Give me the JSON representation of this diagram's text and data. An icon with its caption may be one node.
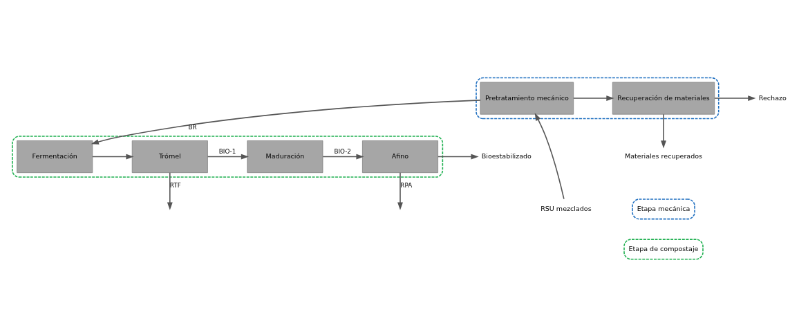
{
  "diagram": {
    "nodes": [
      {
        "text": [],
        "shape": "box"
      },
      {
        "text": [
          "Pretratamiento mecánico"
        ],
        "in": 0
      },
      {
        "text": [
          "Recuperación de materiales"
        ],
        "in": 0
      },
      {
        "text": [],
        "shape": "box"
      },
      {
        "text": [
          "Fermentación"
        ],
        "in": 3
      },
      {
        "text": [
          "Trómel"
        ],
        "in": 3
      },
      {
        "text": [
          "Maduración"
        ],
        "in": 3
      },
      {
        "text": [
          "Afino"
        ],
        "in": 3
      },
      {
        "text": [
          "RSU mezclados"
        ]
      },
      {
        "text": [
          "Materiales recuperados"
        ]
      },
      {
        "text": [
          "Rechazo"
        ]
      },
      {
        "text": [
          "Bioestabilizado"
        ]
      }
    ],
    "edges": [
      {
        "from": 8,
        "to": 1,
        "arrow": "to"
      },
      {
        "from": 2,
        "to": 9,
        "arrow": "to"
      },
      {
        "from": 1,
        "to": 2,
        "arrow": "to"
      },
      {
        "from": 2,
        "to": 10,
        "arrow": "to"
      },
      {
        "from": 1,
        "to": 4,
        "arrow": "to",
        "label": "BR"
      },
      {
        "from": 4,
        "to": 5,
        "arrow": "to"
      },
      {
        "from": 5,
        "to": 6,
        "arrow": "to",
        "label": "BIO-1"
      },
      {
        "from": 6,
        "to": 7,
        "arrow": "to",
        "label": "BIO-2"
      },
      {
        "from": 7,
        "to": 11,
        "arrow": "to"
      },
      {
        "from": 5,
        "to": null,
        "arrow": "to",
        "label": "RTF"
      },
      {
        "from": 7,
        "to": null,
        "arrow": "to",
        "label": "RPA"
      }
    ],
    "legend": [
      {
        "text": "Etapa mecánica"
      },
      {
        "text": "Etapa de compostaje"
      }
    ]
  }
}
